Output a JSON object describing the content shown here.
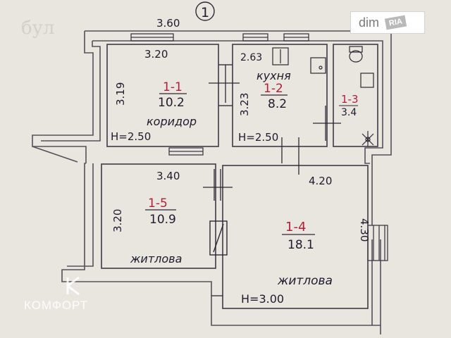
{
  "plan": {
    "marker": "1",
    "faded_text": "бул",
    "dimensions": {
      "top_total": "3.60",
      "corridor_width": "3.20",
      "corridor_length": "3.19",
      "kitchen_width": "2.63",
      "kitchen_length": "3.23",
      "room5_width": "3.40",
      "room5_length": "3.20",
      "room4_width": "4.20",
      "room4_length": "4.30"
    },
    "rooms": [
      {
        "id": "1-1",
        "area": "10.2",
        "name": "коридор",
        "height": "H=2.50"
      },
      {
        "id": "1-2",
        "area": "8.2",
        "name": "кухня",
        "height": "H=2.50"
      },
      {
        "id": "1-3",
        "area": "3.4"
      },
      {
        "id": "1-4",
        "area": "18.1",
        "name": "житлова",
        "height": "H=3.00"
      },
      {
        "id": "1-5",
        "area": "10.9",
        "name": "житлова"
      }
    ]
  },
  "watermarks": {
    "dim": "dim",
    "ria": "RIA",
    "komfort": "КОМФОРТ"
  }
}
